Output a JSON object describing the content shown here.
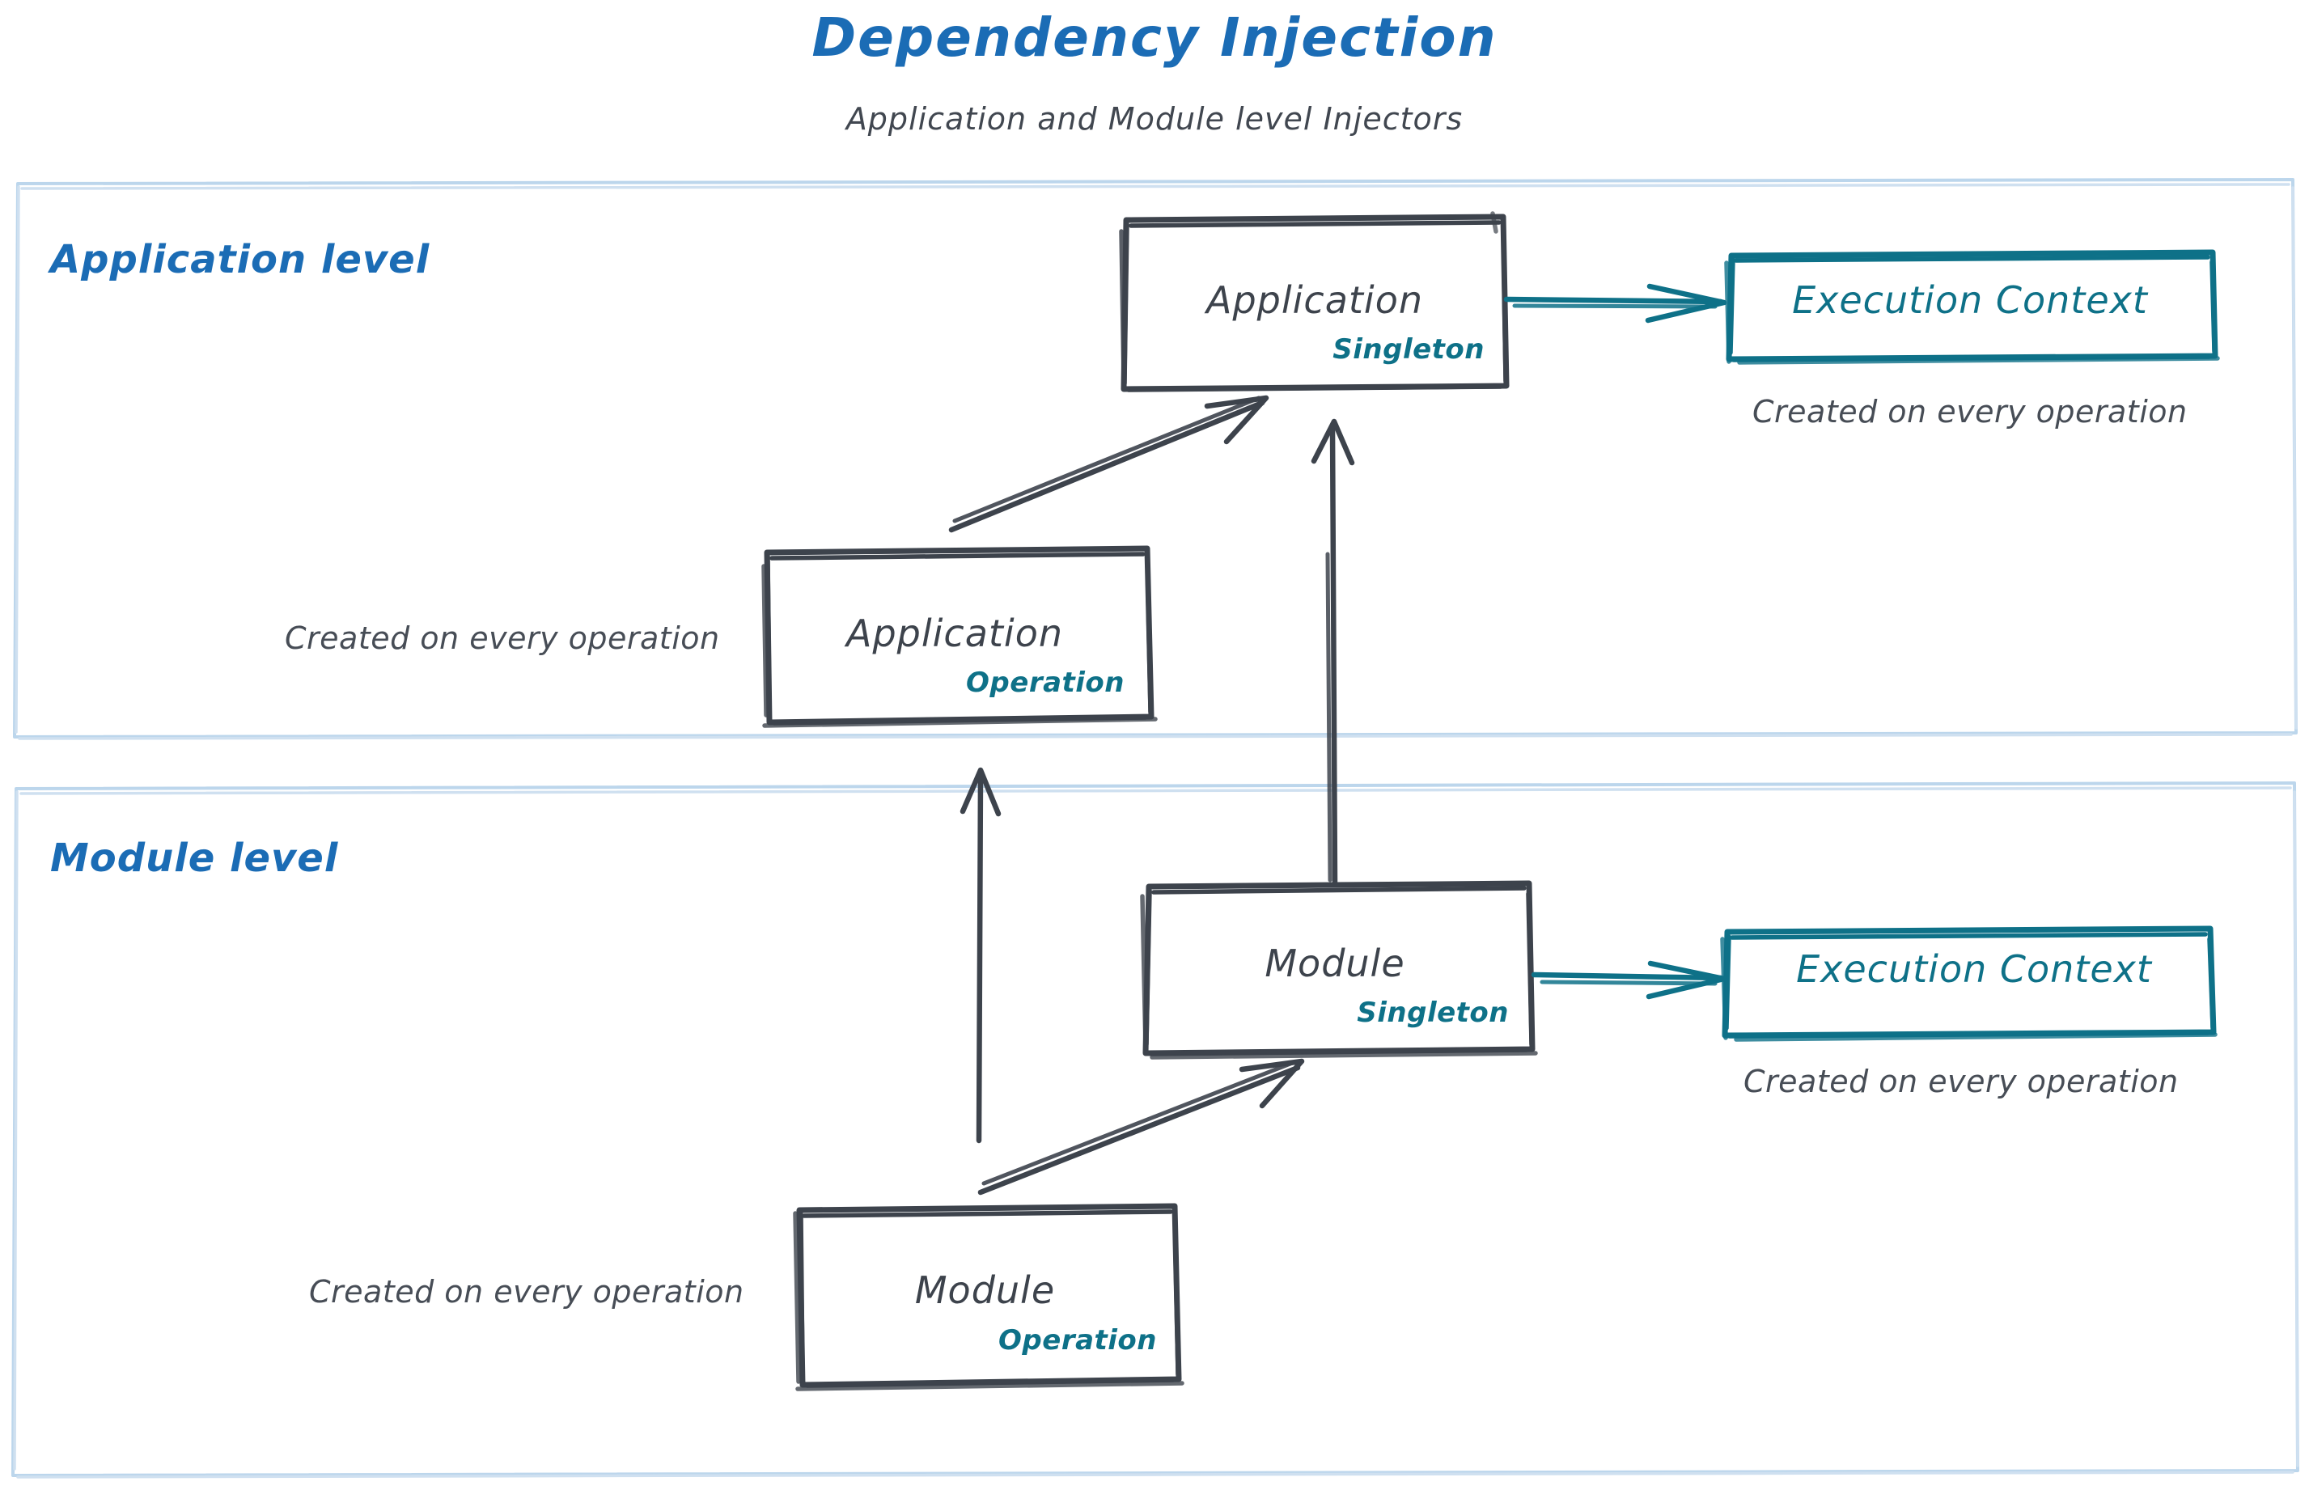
{
  "header": {
    "title": "Dependency Injection",
    "subtitle": "Application and Module level Injectors"
  },
  "colors": {
    "title_blue": "#1b6cb5",
    "lane_blue": "#1b6cb5",
    "lane_border": "#bcd6ec",
    "node_stroke": "#3d434c",
    "node_text": "#3d434c",
    "scope_teal": "#0e7188",
    "note_gray": "#474d56",
    "background": "#ffffff"
  },
  "lanes": [
    {
      "id": "application",
      "label": "Application level"
    },
    {
      "id": "module",
      "label": "Module level"
    }
  ],
  "nodes": {
    "app_singleton": {
      "title": "Application",
      "scope": "Singleton"
    },
    "app_operation": {
      "title": "Application",
      "scope": "Operation"
    },
    "mod_singleton": {
      "title": "Module",
      "scope": "Singleton"
    },
    "mod_operation": {
      "title": "Module",
      "scope": "Operation"
    },
    "ec_app": {
      "title": "Execution Context"
    },
    "ec_mod": {
      "title": "Execution Context"
    }
  },
  "notes": {
    "ec_app_note": "Created on every operation",
    "ec_mod_note": "Created on every operation",
    "app_operation_note": "Created on every operation",
    "mod_operation_note": "Created on every operation"
  },
  "edges": [
    {
      "id": "app-singleton-to-ec-app",
      "from": "app_singleton",
      "to": "ec_app",
      "style": "teal-arrow"
    },
    {
      "id": "app-operation-to-app-singleton",
      "from": "app_operation",
      "to": "app_singleton",
      "style": "dark-arrow"
    },
    {
      "id": "mod-singleton-to-app-singleton",
      "from": "mod_singleton",
      "to": "app_singleton",
      "style": "dark-arrow"
    },
    {
      "id": "mod-operation-to-app-operation",
      "from": "mod_operation",
      "to": "app_operation",
      "style": "dark-arrow"
    },
    {
      "id": "mod-singleton-to-ec-mod",
      "from": "mod_singleton",
      "to": "ec_mod",
      "style": "teal-arrow"
    },
    {
      "id": "mod-operation-to-mod-singleton",
      "from": "mod_operation",
      "to": "mod_singleton",
      "style": "dark-arrow"
    }
  ]
}
